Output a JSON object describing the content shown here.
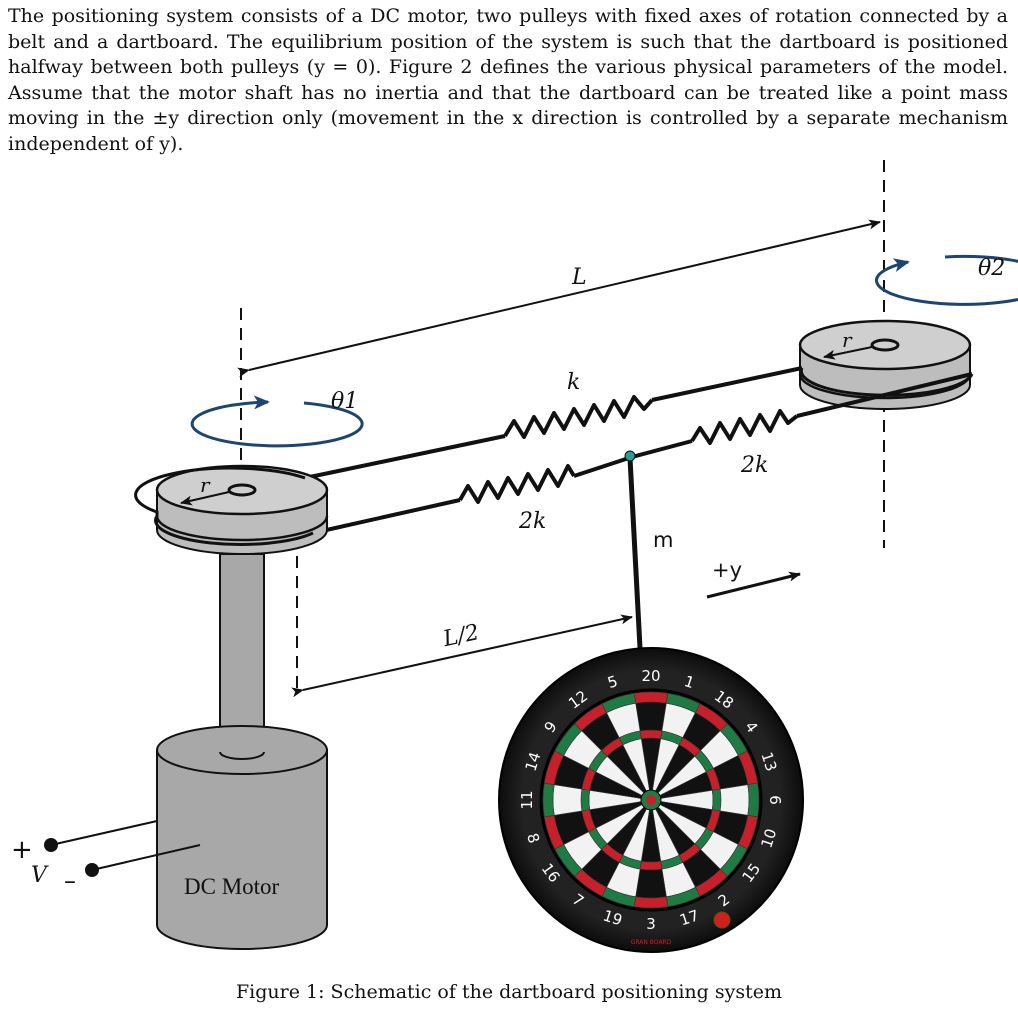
{
  "intro": "The positioning system consists of a DC motor, two pulleys with fixed axes of rotation connected by a belt and a dartboard. The equilibrium position of the system is such that the dartboard is positioned halfway between both pulleys (y = 0). Figure 2 defines the various physical parameters of the model. Assume that the motor shaft has no inertia and that the dartboard can be treated like a point mass moving in the ±y direction only (movement in the x direction is controlled by a separate mechanism independent of y).",
  "labels": {
    "length": "L",
    "half_length": "L/2",
    "theta1": "θ1",
    "theta2": "θ2",
    "radius": "r",
    "spring_top": "k",
    "spring_left": "2k",
    "spring_right": "2k",
    "mass": "m",
    "plus_y": "+y",
    "voltage": "V",
    "plus": "+",
    "minus": "–",
    "motor": "DC Motor"
  },
  "dartboard": {
    "numbers": [
      "20",
      "1",
      "18",
      "4",
      "13",
      "6",
      "10",
      "15",
      "2",
      "17",
      "3",
      "19",
      "7",
      "16",
      "8",
      "11",
      "14",
      "9",
      "12",
      "5"
    ],
    "brand": "GRAN BOARD"
  },
  "colors": {
    "rotation_arrow": "#1d4570",
    "pulley": "#bdbdbd",
    "motor": "#a8a8a8",
    "dart_red": "#c8202a",
    "dart_green": "#1f7a44"
  },
  "caption": "Figure 1: Schematic of the dartboard positioning system"
}
